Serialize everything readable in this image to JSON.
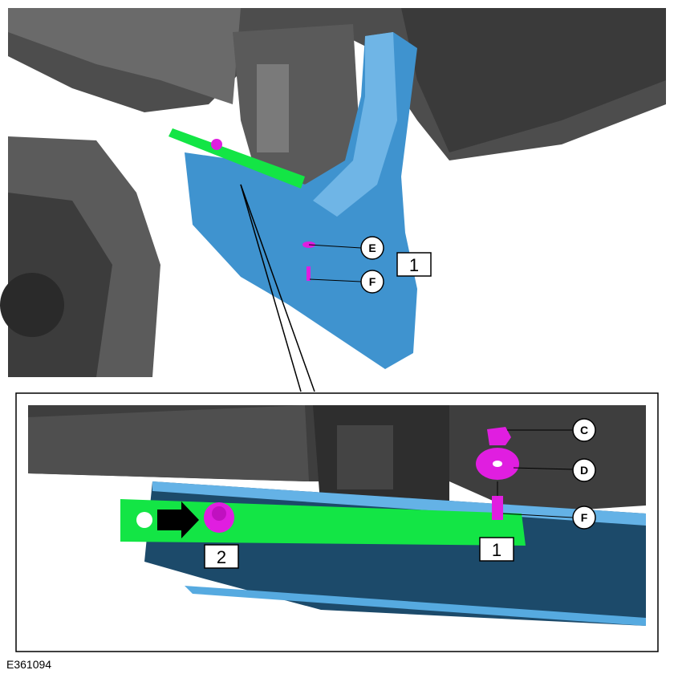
{
  "figure_id": "E361094",
  "top_view": {
    "callouts": [
      {
        "letter": "E"
      },
      {
        "letter": "F"
      }
    ],
    "item_box": "1"
  },
  "detail_view": {
    "callouts": [
      {
        "letter": "C"
      },
      {
        "letter": "D"
      },
      {
        "letter": "F"
      }
    ],
    "item_boxes": [
      "1",
      "2"
    ]
  },
  "colors": {
    "mud_flap": "#3f93cf",
    "bracket": "#13e545",
    "fastener": "#e01ee0",
    "body": "#4a4a4a"
  }
}
